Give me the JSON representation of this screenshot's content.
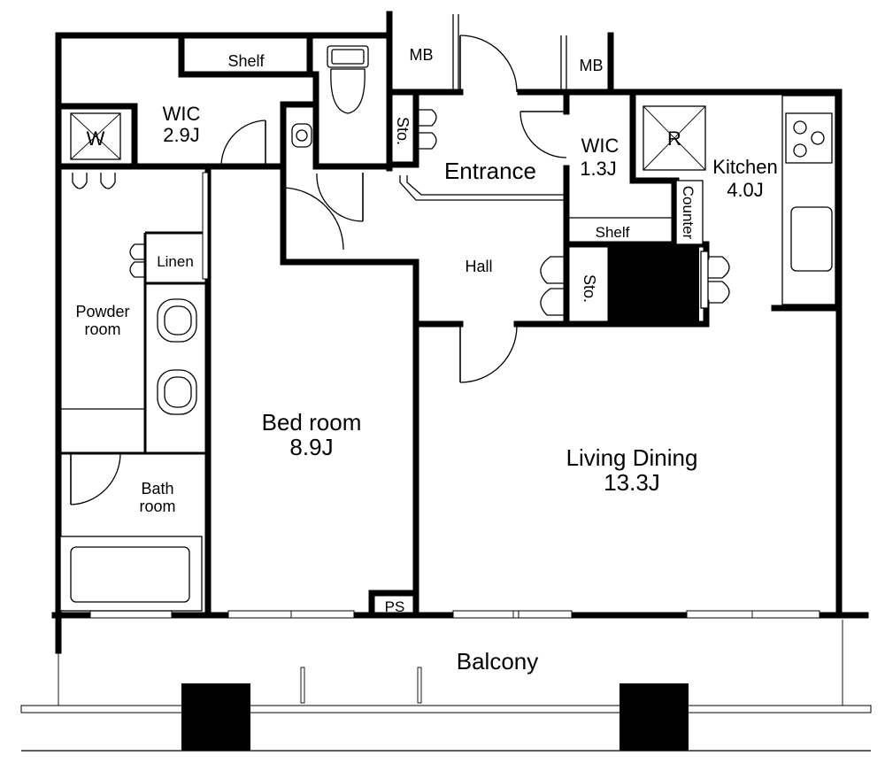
{
  "rooms": {
    "wic_1": {
      "name": "WIC",
      "area": "2.9J"
    },
    "shelf_top": "Shelf",
    "washer": "W",
    "mb_left": "MB",
    "mb_right": "MB",
    "storage_entrance": "Sto.",
    "entrance": "Entrance",
    "wic_2": {
      "name": "WIC",
      "area": "1.3J"
    },
    "refrigerator": "R",
    "kitchen": {
      "name": "Kitchen",
      "area": "4.0J"
    },
    "counter": "Counter",
    "shelf_wic2": "Shelf",
    "linen": "Linen",
    "hall": "Hall",
    "storage_hall": "Sto.",
    "powder_room": {
      "line1": "Powder",
      "line2": "room"
    },
    "bed_room": {
      "name": "Bed room",
      "area": "8.9J"
    },
    "living_dining": {
      "name": "Living Dining",
      "area": "13.3J"
    },
    "bath_room": {
      "line1": "Bath",
      "line2": "room"
    },
    "ps": "PS",
    "balcony": "Balcony"
  }
}
